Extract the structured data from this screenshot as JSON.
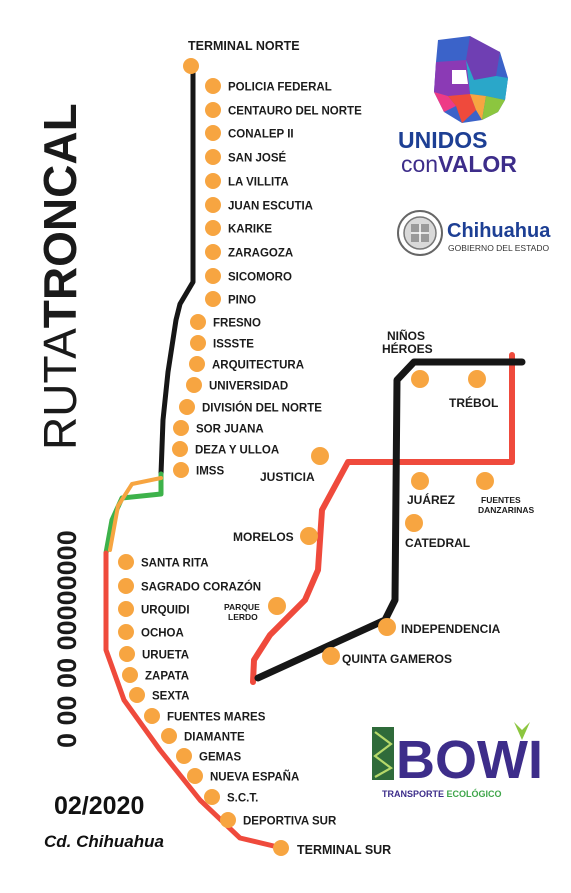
{
  "route_title": {
    "light": "RUTA",
    "bold": "TRONCAL"
  },
  "route_number": "0 00 00 00000000",
  "date": "02/2020",
  "city": "Cd. Chihuahua",
  "colors": {
    "stop": "#f7a541",
    "line_black": "#161616",
    "line_red": "#ef4a3c",
    "line_green": "#3db24a",
    "line_orange": "#f7a541",
    "brand_navy": "#1d3f94",
    "brand_purple": "#3d2d8a",
    "bowi_green": "#3fa64a"
  },
  "terminals": {
    "north": "TERMINAL NORTE",
    "south": "TERMINAL SUR"
  },
  "stops_trunk": [
    "POLICIA FEDERAL",
    "CENTAURO DEL NORTE",
    "CONALEP II",
    "SAN JOSÉ",
    "LA VILLITA",
    "JUAN ESCUTIA",
    "KARIKE",
    "ZARAGOZA",
    "SICOMORO",
    "PINO",
    "FRESNO",
    "ISSSTE",
    "ARQUITECTURA",
    "UNIVERSIDAD",
    "DIVISIÓN DEL NORTE",
    "SOR JUANA",
    "DEZA Y ULLOA",
    "IMSS"
  ],
  "stops_south": [
    "SANTA RITA",
    "SAGRADO CORAZÓN",
    "URQUIDI",
    "OCHOA",
    "URUETA",
    "ZAPATA",
    "SEXTA",
    "FUENTES MARES",
    "DIAMANTE",
    "GEMAS",
    "NUEVA ESPAÑA",
    "S.C.T.",
    "DEPORTIVA SUR"
  ],
  "stops_loop": {
    "ninos_heroes": [
      "NIÑOS",
      "HÉROES"
    ],
    "trebol": "TRÉBOL",
    "justicia": "JUSTICIA",
    "juarez": "JUÁREZ",
    "fuentes": [
      "FUENTES",
      "DANZARINAS"
    ],
    "morelos": "MORELOS",
    "catedral": "CATEDRAL",
    "parque": [
      "PARQUE",
      "LERDO"
    ],
    "independencia": "INDEPENDENCIA",
    "quinta": "QUINTA GAMEROS"
  },
  "logos": {
    "unidos": {
      "line1": "UNIDOS",
      "line2_con": "con",
      "line2_valor": "VALOR"
    },
    "chihuahua": {
      "name": "Chihuahua",
      "sub": "GOBIERNO DEL ESTADO"
    },
    "bowi": {
      "name": "BOWI",
      "sub_a": "TRANSPORTE ",
      "sub_b": "ECOLÓGICO"
    }
  }
}
